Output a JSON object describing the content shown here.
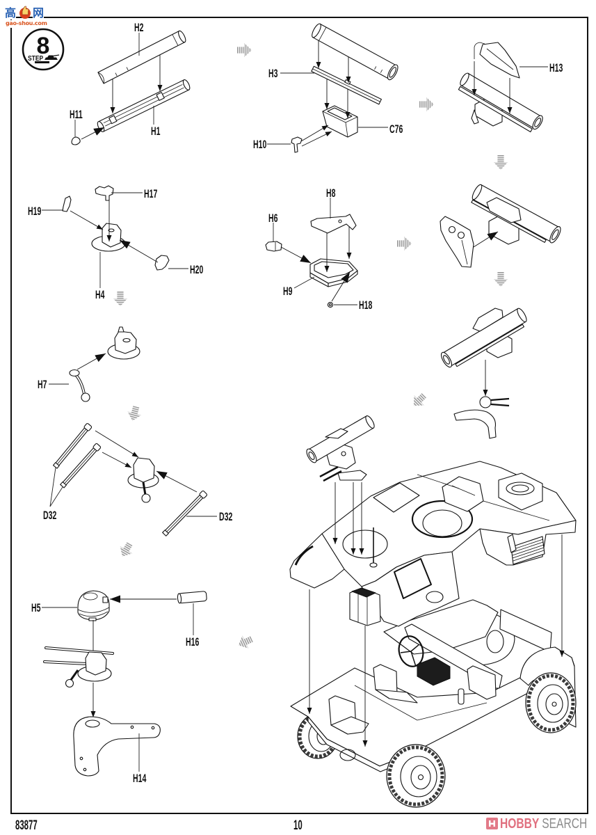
{
  "watermark": {
    "char_left": "高",
    "char_right": "网",
    "domain": "gao-shou.com",
    "icon": "thumbs-up-icon",
    "colors": {
      "text": "#2b63b4",
      "icon": "#d9401f",
      "domain": "#d9541f"
    }
  },
  "step": {
    "number": "8",
    "label": "STEP",
    "icon": "tank-icon"
  },
  "panels": [
    {
      "callouts": [
        "H2",
        "H1",
        "H11"
      ]
    },
    {
      "callouts": [
        "H3",
        "C76",
        "H10"
      ]
    },
    {
      "callouts": [
        "H13"
      ]
    },
    {
      "callouts": [
        "H17",
        "H19",
        "H20",
        "H4"
      ]
    },
    {
      "callouts": [
        "H8",
        "H6",
        "H9",
        "H18"
      ]
    },
    {
      "callouts": [
        "H7"
      ]
    },
    {
      "callouts": [
        "D32",
        "D32"
      ]
    },
    {
      "callouts": [
        "H5",
        "H16",
        "H14"
      ]
    }
  ],
  "flow_arrow_icon": "striped-arrow",
  "footer": {
    "kit_number": "83877",
    "page_number": "10",
    "source_logo": {
      "icon": "hobby-search-icon",
      "word1": "HOBBY",
      "word2": "SEARCH"
    }
  },
  "colors": {
    "ink": "#111111",
    "paper": "#ffffff",
    "flow_arrow": "#9a9a9a",
    "logo_pink": "#e0707f",
    "logo_gray": "#8c8c8c"
  }
}
